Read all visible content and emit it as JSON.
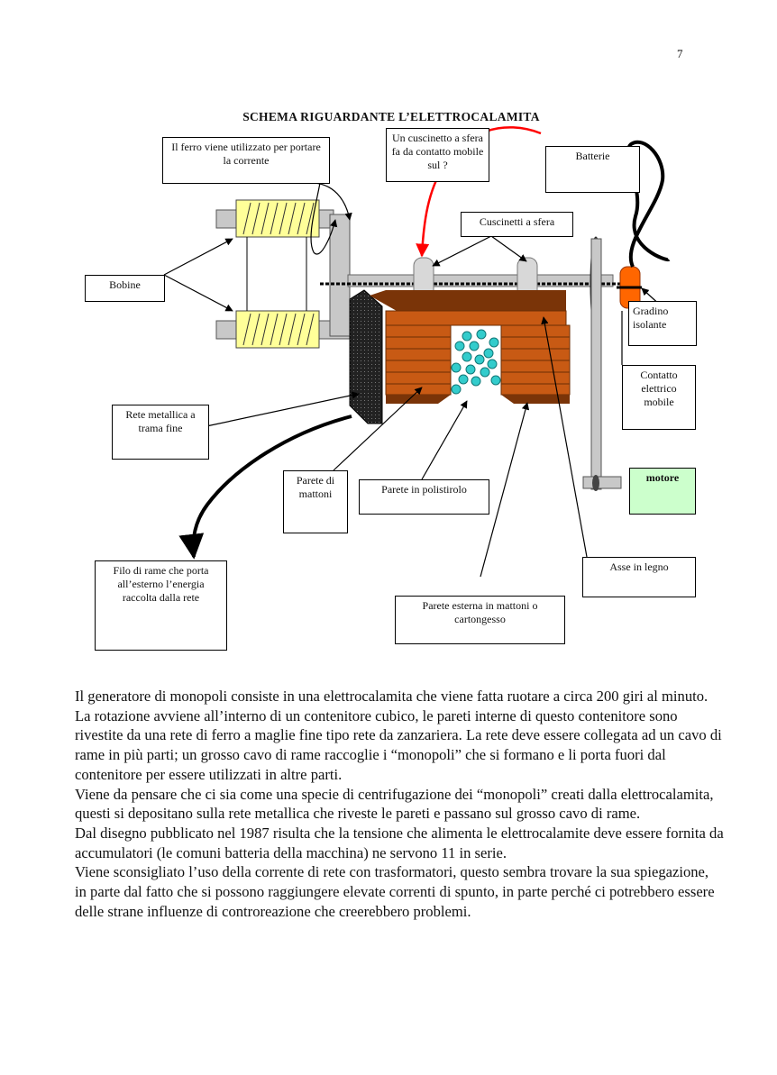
{
  "page_number": "7",
  "title": "SCHEMA RIGUARDANTE L’ELETTROCALAMITA",
  "labels": {
    "ferro": "Il ferro viene utilizzato per portare la corrente",
    "cuscinetto_mobile": "Un cuscinetto a sfera  fa da contatto mobile sul ?",
    "batterie": "Batterie",
    "cuscinetti": "Cuscinetti a sfera",
    "bobine": "Bobine",
    "gradino": "Gradino isolante",
    "contatto": "Contatto elettrico mobile",
    "rete_metallica": "Rete metallica a trama fine",
    "parete_mattoni": "Parete di mattoni",
    "parete_polistirolo": "Parete in polistirolo",
    "motore": "motore",
    "filo_rame": "Filo di rame che porta all’esterno l’energia raccolta dalla rete",
    "asse_legno": "Asse in legno",
    "parete_esterna": "Parete esterna in mattoni o cartongesso"
  },
  "paragraphs": [
    "Il generatore di monopoli consiste in una elettrocalamita che viene fatta ruotare a circa 200 giri al minuto.  La rotazione avviene all’interno di un contenitore cubico, le pareti interne di questo contenitore sono rivestite da una rete di ferro a maglie fine tipo rete da zanzariera.  La rete deve essere collegata ad un cavo di rame  in più parti; un grosso cavo di rame  raccoglie i “monopoli” che si formano e li porta fuori  dal contenitore per essere utilizzati in altre parti.",
    "Viene da pensare che ci sia come una specie di centrifugazione dei “monopoli” creati dalla elettrocalamita, questi si depositano sulla rete metallica che riveste le pareti e passano sul grosso cavo di rame.",
    "Dal disegno pubblicato nel 1987 risulta che la tensione che alimenta le elettrocalamite deve essere fornita da accumulatori (le comuni batteria della macchina) ne servono 11 in serie.",
    "Viene sconsigliato l’uso della corrente di rete con trasformatori, questo sembra trovare la sua spiegazione, in parte dal fatto che si possono raggiungere elevate correnti di spunto, in parte perché ci potrebbero essere delle strane influenze di controreazione che creerebbero problemi."
  ],
  "colors": {
    "coil": "#ffff99",
    "brick": "#c85a14",
    "brick_dark": "#7a3408",
    "ball": "#33cccc",
    "motor": "#ccffcc",
    "red_arrow": "#ff0000",
    "orange_insulator": "#ff6600"
  }
}
